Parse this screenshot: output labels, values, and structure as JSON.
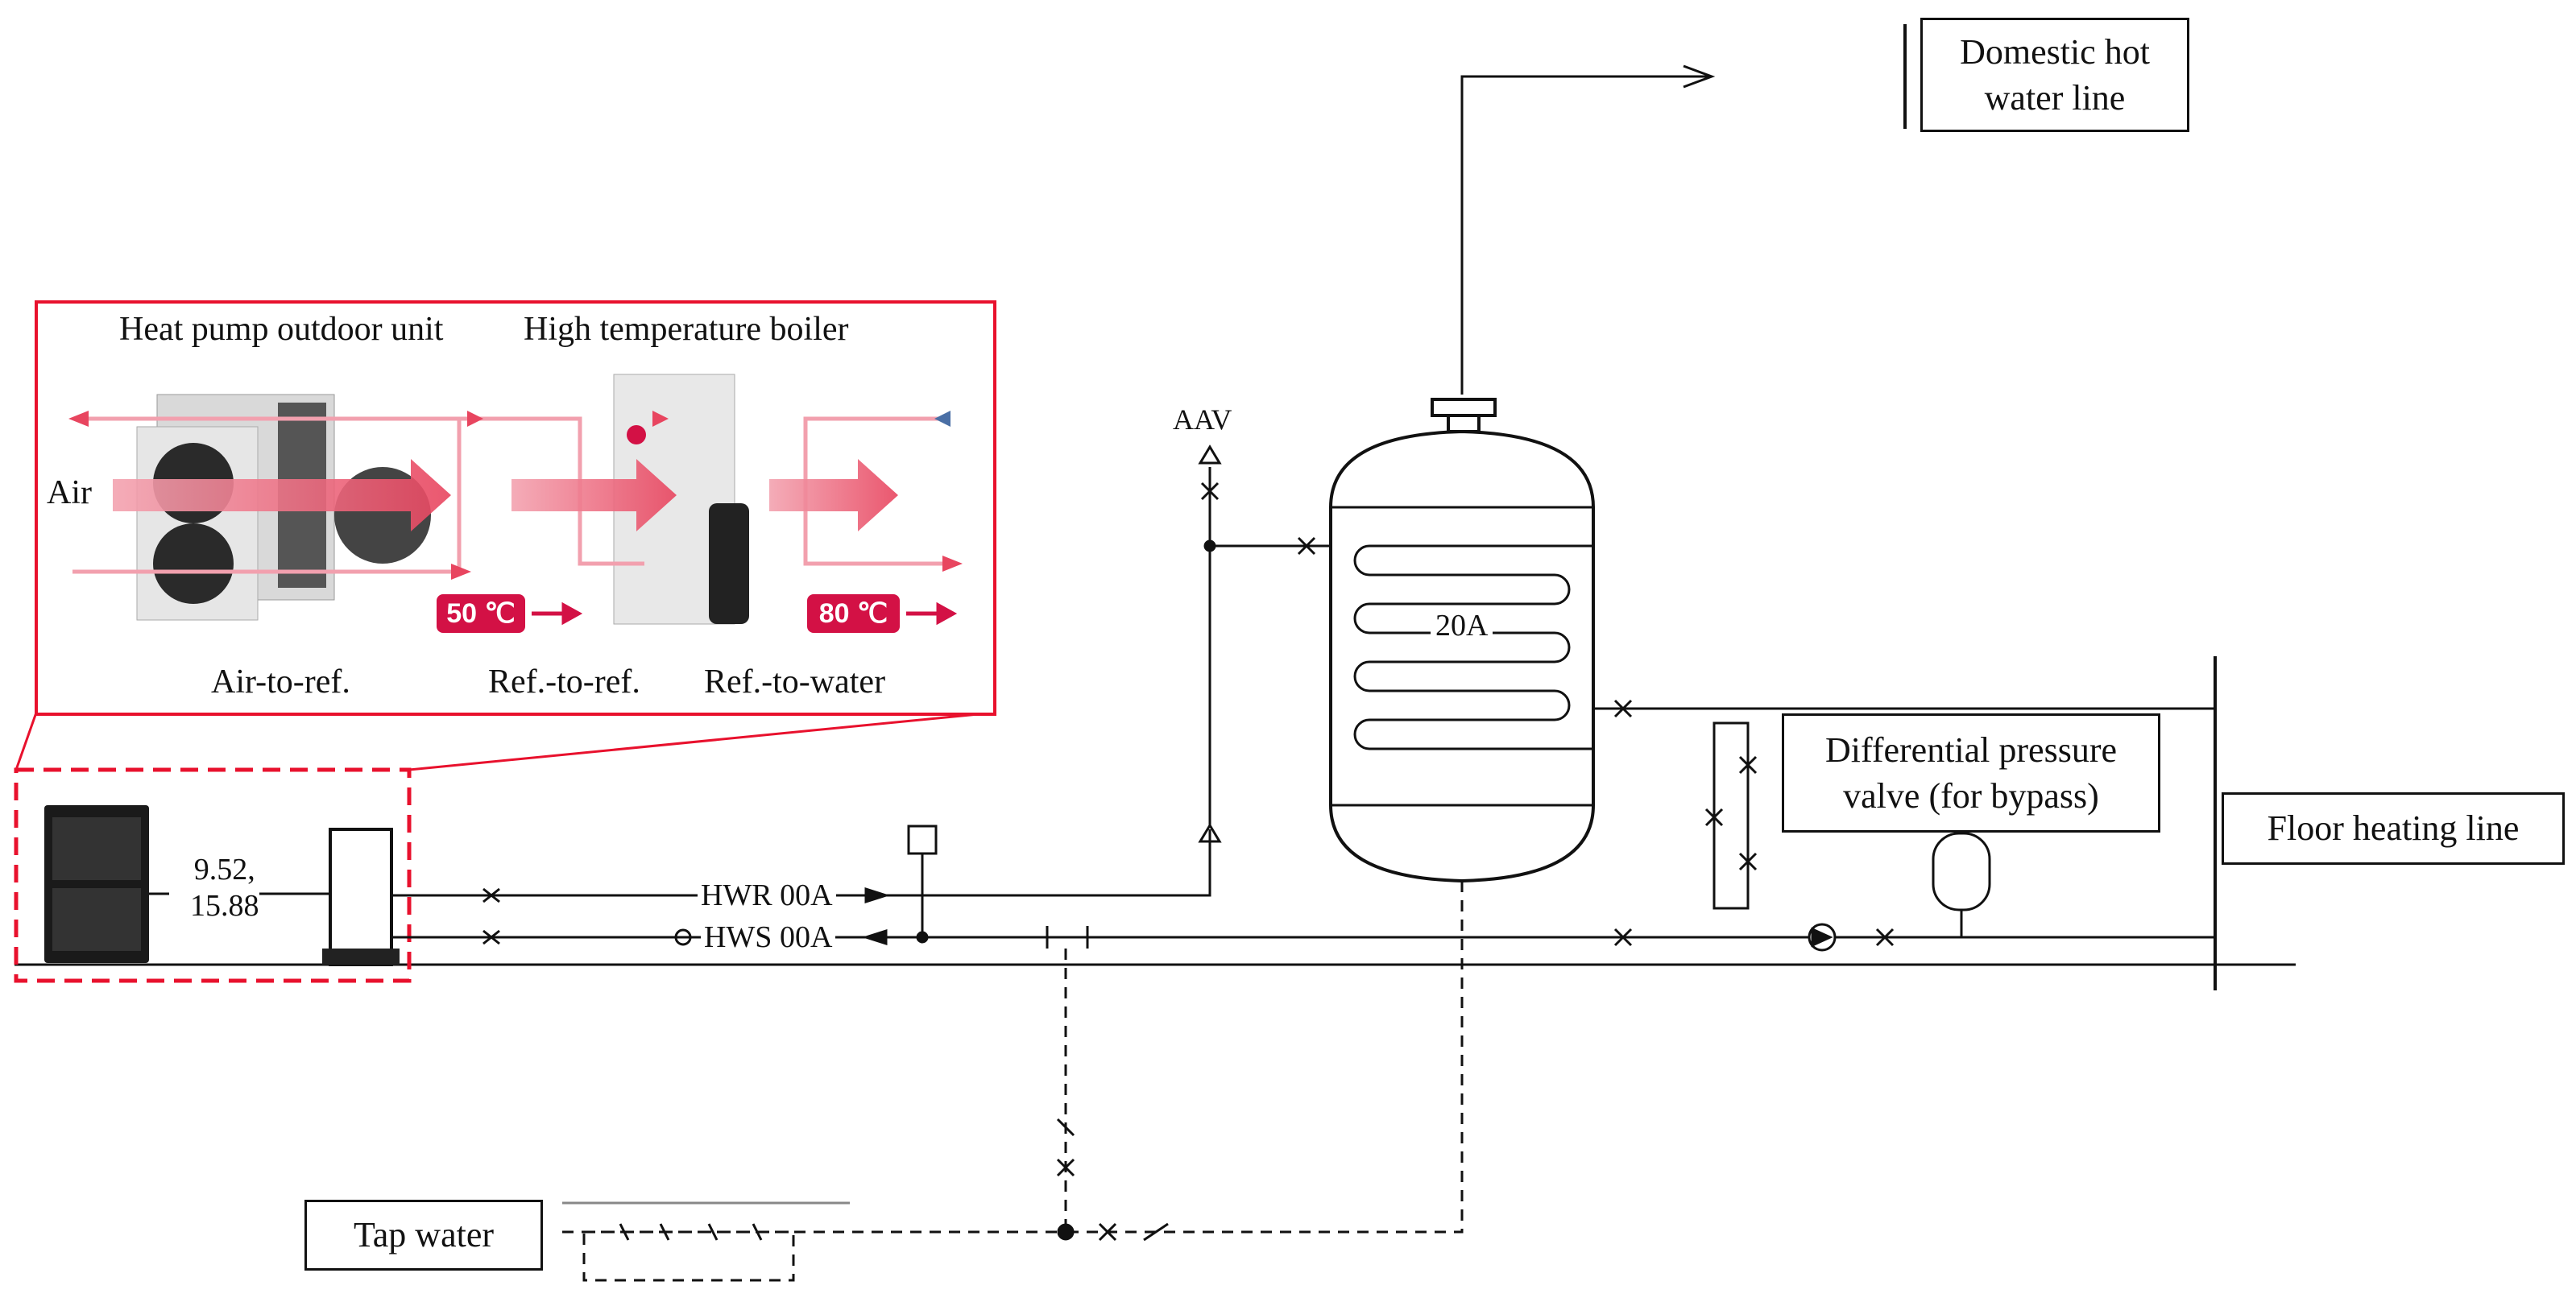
{
  "labels": {
    "domestic_hot_water": "Domestic hot\nwater line",
    "floor_heating": "Floor heating line",
    "diff_pressure": "Differential  pressure\nvalve (for bypass)",
    "tap_water": "Tap water",
    "aav": "AAV",
    "coil": "20A",
    "hwr": "HWR 00A",
    "hws": "HWS 00A",
    "pipe_sizes": "9.52,\n15.88"
  },
  "inset": {
    "heat_pump_title": "Heat pump outdoor unit",
    "boiler_title": "High temperature boiler",
    "air": "Air",
    "temp_1": "50 ℃",
    "temp_2": "80 ℃",
    "stage_1": "Air-to-ref.",
    "stage_2": "Ref.-to-ref.",
    "stage_3": "Ref.-to-water"
  },
  "colors": {
    "accent_red": "#d31145",
    "flow_red": "#e8455f",
    "flow_blue": "#4a6fa5",
    "line": "#111111"
  }
}
